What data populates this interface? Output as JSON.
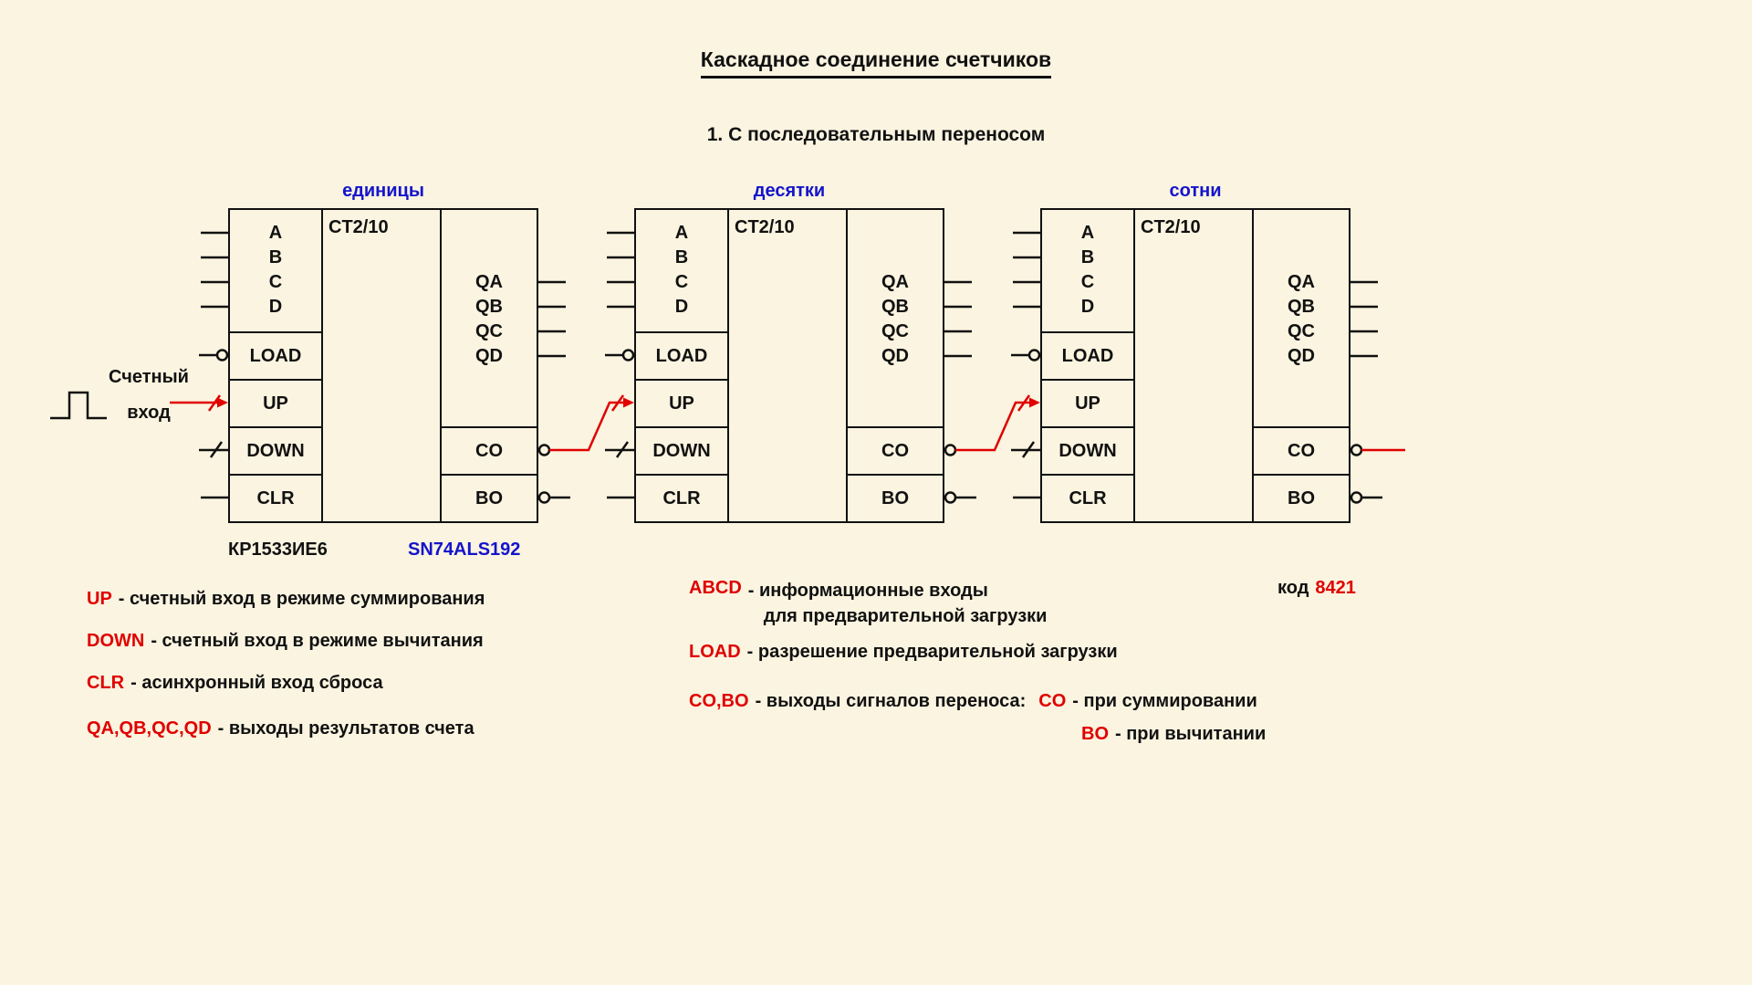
{
  "page": {
    "title": "Каскадное соединение счетчиков",
    "subtitle": "1. С последовательным переносом"
  },
  "colors": {
    "background": "#FAF4E0",
    "accent_red": "#E00000",
    "accent_blue": "#1414CC",
    "line_black": "#111111"
  },
  "clock_source": {
    "label_line1": "Счетный",
    "label_line2": "вход"
  },
  "chips": [
    {
      "group_label": "единицы",
      "type_label": "CT2/10",
      "data_inputs": [
        "A",
        "B",
        "C",
        "D"
      ],
      "control_inputs": [
        "LOAD",
        "UP",
        "DOWN",
        "CLR"
      ],
      "data_outputs": [
        "QA",
        "QB",
        "QC",
        "QD"
      ],
      "carry_outputs": [
        "CO",
        "BO"
      ]
    },
    {
      "group_label": "десятки",
      "type_label": "CT2/10",
      "data_inputs": [
        "A",
        "B",
        "C",
        "D"
      ],
      "control_inputs": [
        "LOAD",
        "UP",
        "DOWN",
        "CLR"
      ],
      "data_outputs": [
        "QA",
        "QB",
        "QC",
        "QD"
      ],
      "carry_outputs": [
        "CO",
        "BO"
      ]
    },
    {
      "group_label": "сотни",
      "type_label": "CT2/10",
      "data_inputs": [
        "A",
        "B",
        "C",
        "D"
      ],
      "control_inputs": [
        "LOAD",
        "UP",
        "DOWN",
        "CLR"
      ],
      "data_outputs": [
        "QA",
        "QB",
        "QC",
        "QD"
      ],
      "carry_outputs": [
        "CO",
        "BO"
      ]
    }
  ],
  "part_numbers": {
    "domestic": "КР1533ИЕ6",
    "foreign": "SN74ALS192"
  },
  "legend_left": [
    {
      "term": "UP",
      "desc": "- счетный вход в режиме суммирования"
    },
    {
      "term": "DOWN",
      "desc": "- счетный вход в режиме вычитания"
    },
    {
      "term": "CLR",
      "desc": "- асинхронный вход сброса"
    },
    {
      "term": "QA,QB,QC,QD",
      "desc": "- выходы результатов счета"
    }
  ],
  "legend_right": {
    "abcd": {
      "term": "ABCD",
      "desc_line1": "- информационные входы",
      "desc_line2": "для предварительной загрузки"
    },
    "load": {
      "term": "LOAD",
      "desc": "- разрешение предварительной загрузки"
    },
    "cobo": {
      "term": "CO,BO",
      "desc": "- выходы сигналов переноса:",
      "co_term": "CO",
      "co_desc": "- при суммировании",
      "bo_term": "BO",
      "bo_desc": "- при вычитании"
    }
  },
  "code_note": {
    "prefix": "код",
    "value": "8421"
  }
}
